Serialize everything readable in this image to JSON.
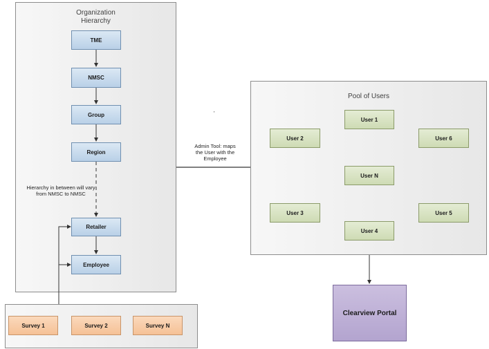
{
  "org_panel": {
    "title_line1": "Organization",
    "title_line2": "Hierarchy",
    "nodes": [
      "TME",
      "NMSC",
      "Group",
      "Region",
      "Retailer",
      "Employee"
    ]
  },
  "hierarchy_note": {
    "line1": "Hierarchy in between will vary",
    "line2": "from NMSC to NMSC"
  },
  "admin_note": {
    "line1": "Admin Tool: maps",
    "line2": "the User with the",
    "line3": "Employee"
  },
  "stray_mark": "'",
  "users_panel": {
    "title": "Pool of Users",
    "users": {
      "u1": "User 1",
      "u2": "User 2",
      "u6": "User 6",
      "un": "User N",
      "u3": "User 3",
      "u5": "User 5",
      "u4": "User 4"
    }
  },
  "surveys": [
    "Survey 1",
    "Survey 2",
    "Survey N"
  ],
  "portal": {
    "label": "Clearview Portal"
  }
}
